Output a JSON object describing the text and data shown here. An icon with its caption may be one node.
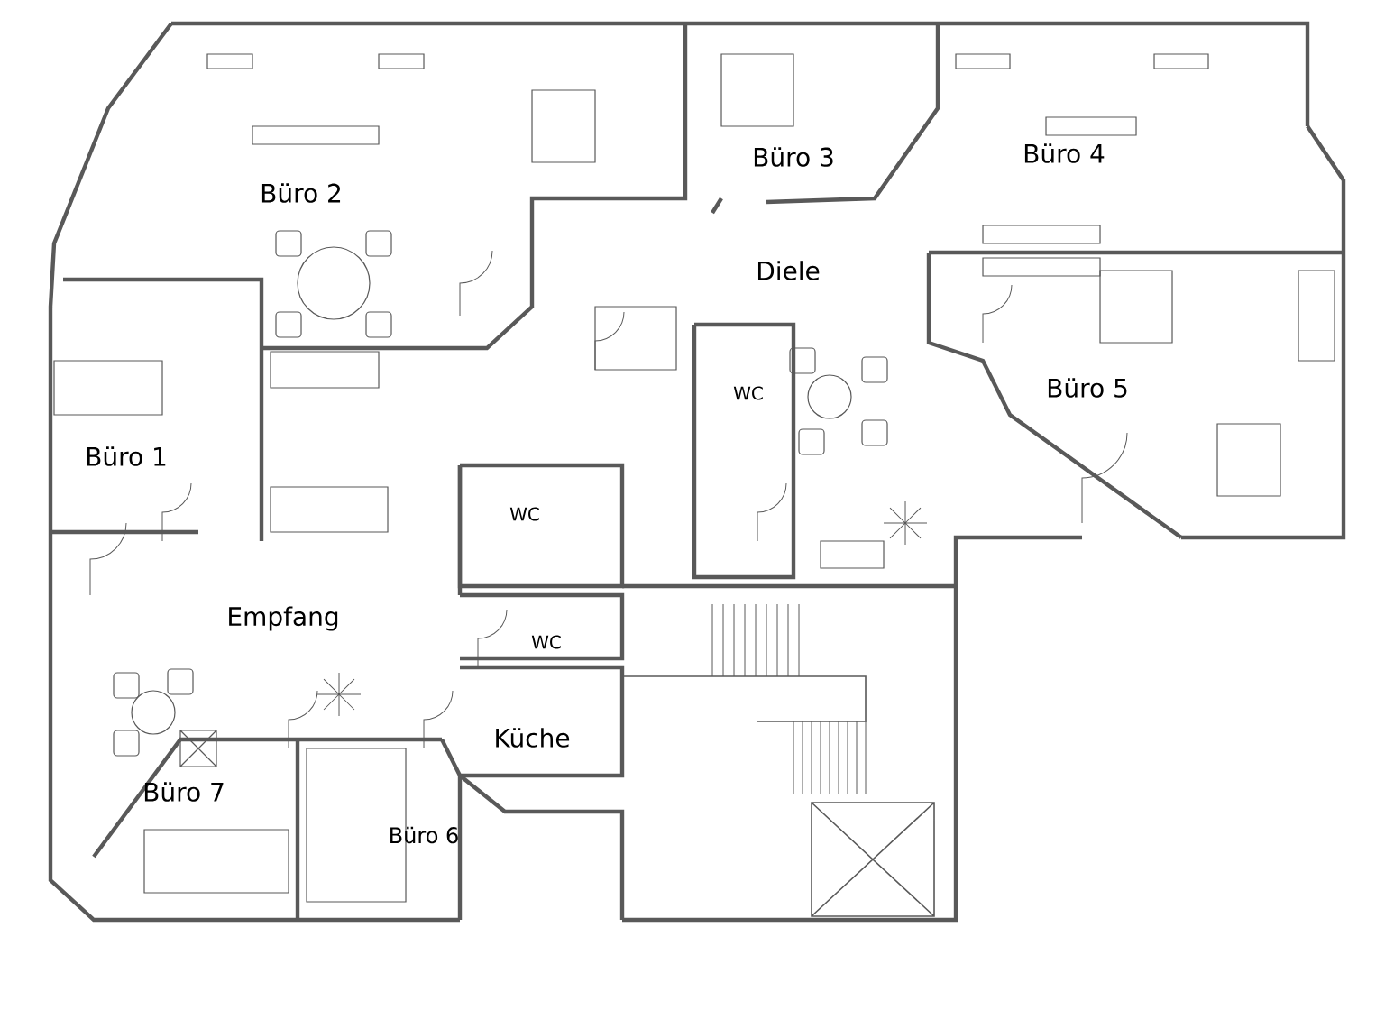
{
  "diagram": {
    "labels": [
      "Büro 2",
      "Büro 3",
      "Büro 4",
      "Diele",
      "WC",
      "Büro 5",
      "Büro 1",
      "WC",
      "WC",
      "Empfang",
      "Küche",
      "Büro 7",
      "Büro 6"
    ]
  }
}
